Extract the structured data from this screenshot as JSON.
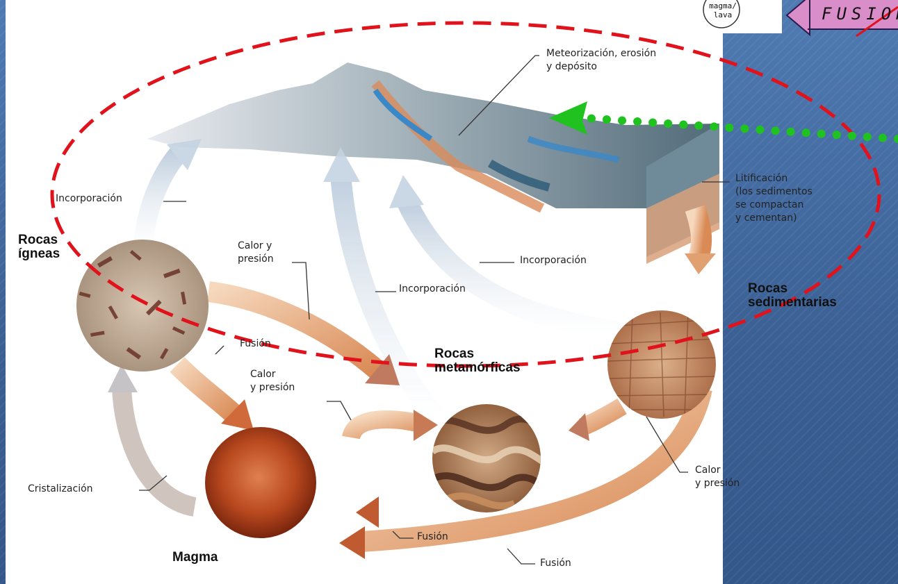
{
  "diagram": {
    "labels": {
      "meteorizacion": "Meteorización, erosión\ny depósito",
      "litificacion": "Litificación\n(los sedimentos\nse compactan\ny cementan)",
      "incorporacion_left": "Incorporación",
      "incorporacion_mid": "Incorporación",
      "incorporacion_right": "Incorporación",
      "calor_presion_top": "Calor y\npresión",
      "calor_presion_mid": "Calor\ny presión",
      "calor_presion_right": "Calor\ny presión",
      "fusion_top": "Fusión",
      "fusion_mid": "Fusión",
      "fusion_bottom": "Fusión",
      "cristalizacion": "Cristalización"
    },
    "rock_titles": {
      "igneas": "Rocas\nígneas",
      "sedimentarias": "Rocas\nsedimentarias",
      "metamorficas": "Rocas\nmetamórficas",
      "magma": "Magma"
    }
  },
  "callout": {
    "circle_text": "magma/\nlava",
    "arrow_text": "FUSION"
  },
  "colors": {
    "slide_background": "#3a5f93",
    "highlight_dashes": "#e0121b",
    "pointer_dots": "#1fc21f",
    "callout_arrow": "#d98ec9"
  }
}
